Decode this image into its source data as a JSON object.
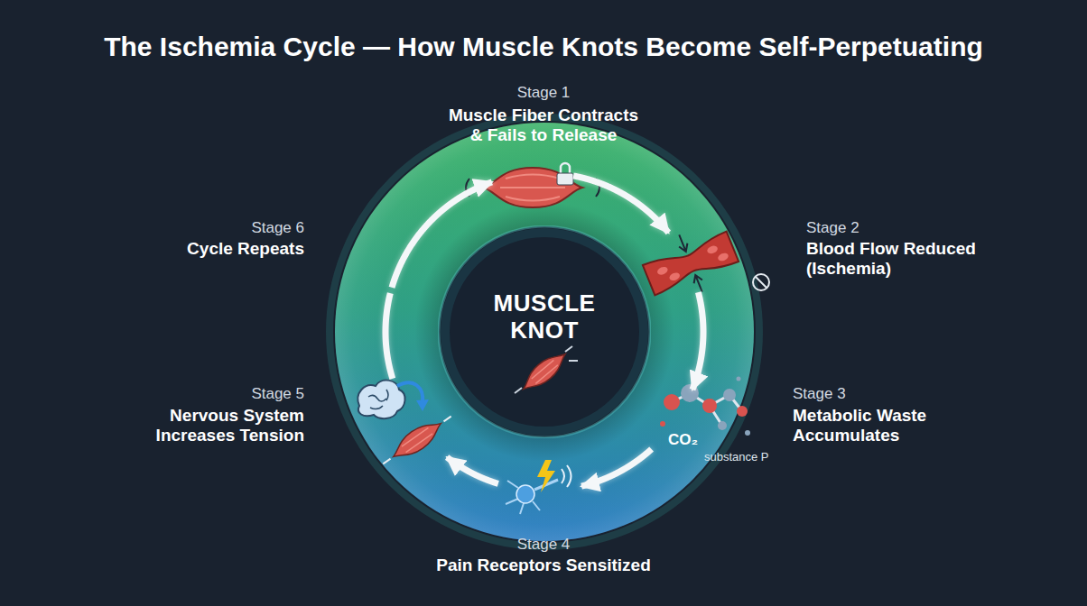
{
  "diagram": {
    "title": "The Ischemia Cycle — How Muscle Knots Become Self-Perpetuating",
    "nodes": [
      {
        "text": [
          "Stage 1",
          "Muscle Fiber Contracts & Fails to Release"
        ]
      },
      {
        "text": [
          "Stage 2",
          "Blood Flow Reduced (Ischemia)"
        ]
      },
      {
        "text": [
          "Stage 3",
          "Metabolic Waste Accumulates"
        ]
      },
      {
        "text": [
          "Stage 4",
          "Pain Receptors Sensitized"
        ]
      },
      {
        "text": [
          "Stage 5",
          "Nervous System Increases Tension"
        ]
      },
      {
        "text": [
          "Stage 6",
          "Cycle Repeats"
        ]
      },
      {
        "text": [
          "MUSCLE KNOT"
        ]
      }
    ],
    "edges": [
      {
        "from": 0,
        "to": 1,
        "arrow": "to"
      },
      {
        "from": 1,
        "to": 2,
        "arrow": "to"
      },
      {
        "from": 2,
        "to": 3,
        "arrow": "to"
      },
      {
        "from": 3,
        "to": 4,
        "arrow": "to"
      },
      {
        "from": 4,
        "to": 5,
        "arrow": "none"
      },
      {
        "from": 5,
        "to": 0,
        "arrow": "to"
      }
    ],
    "labels": [
      "CO₂",
      "substance P"
    ]
  }
}
